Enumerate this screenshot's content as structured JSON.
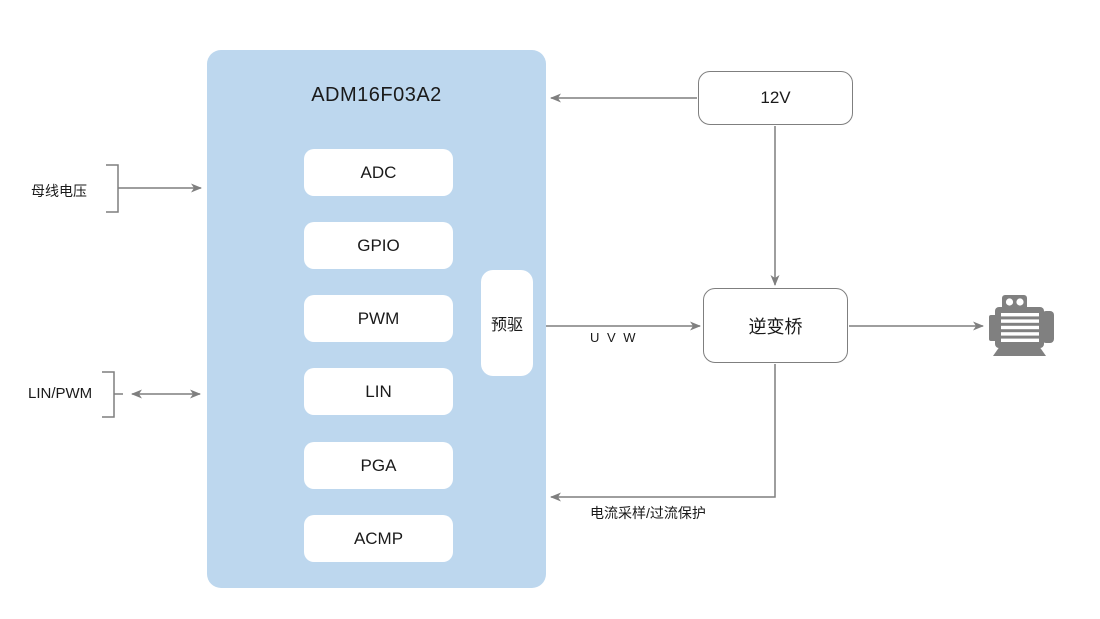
{
  "mcu": {
    "title": "ADM16F03A2",
    "modules": [
      "ADC",
      "GPIO",
      "PWM",
      "LIN",
      "PGA",
      "ACMP"
    ],
    "predriver_label": "预驱"
  },
  "power_box": {
    "label": "12V"
  },
  "inverter_box": {
    "label": "逆变桥"
  },
  "labels": {
    "bus_voltage": "母线电压",
    "lin_pwm": "LIN/PWM",
    "uvw": "U V W",
    "current_sense": "电流采样/过流保护"
  },
  "icons": {
    "motor": "motor-icon"
  },
  "colors": {
    "mcu_fill": "#BDD7EE",
    "line": "#7F7F7F",
    "box_border": "#7F7F7F",
    "text": "#1A1A1A",
    "motor": "#808080"
  }
}
